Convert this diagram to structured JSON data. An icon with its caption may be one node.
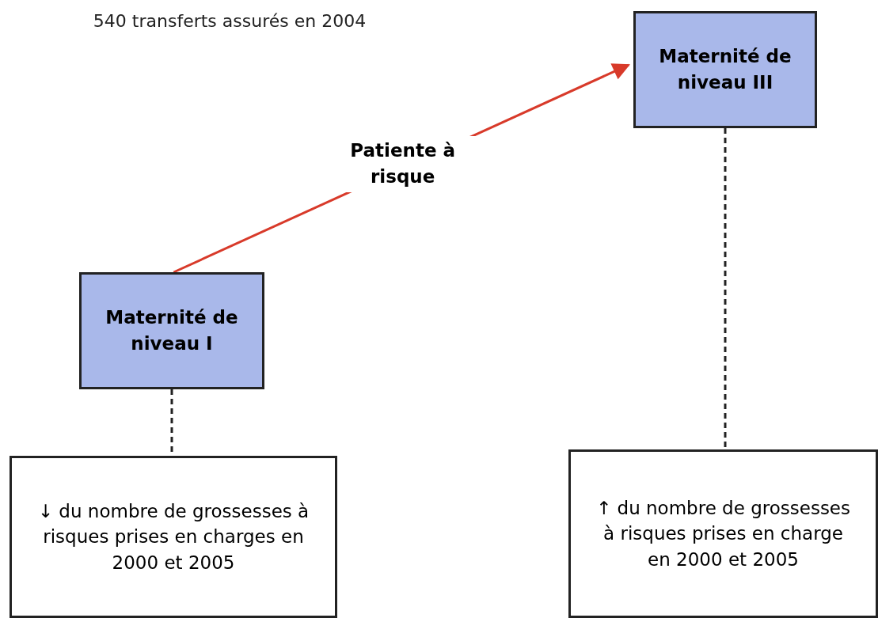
{
  "diagram": {
    "nodes": [
      {
        "text": [
          "Maternité de niveau III"
        ]
      },
      {
        "text": [
          "Maternité de niveau I"
        ]
      },
      {
        "text": [
          "↓ du nombre de grossesses à risques prises en charges en 2000 et 2005"
        ]
      },
      {
        "text": [
          "↑ du nombre de grossesses à risques prises en charge en 2000 et 2005"
        ]
      }
    ],
    "edges": [
      {
        "from": 1,
        "to": 0,
        "arrow": "to",
        "label": "Patiente à risque",
        "color": "#d83a2a"
      },
      {
        "from": 1,
        "to": 2,
        "arrow": "none",
        "style": "dashed"
      },
      {
        "from": 0,
        "to": 3,
        "arrow": "none",
        "style": "dashed"
      }
    ],
    "labels": [
      "540 transferts assurés en 2004"
    ]
  }
}
